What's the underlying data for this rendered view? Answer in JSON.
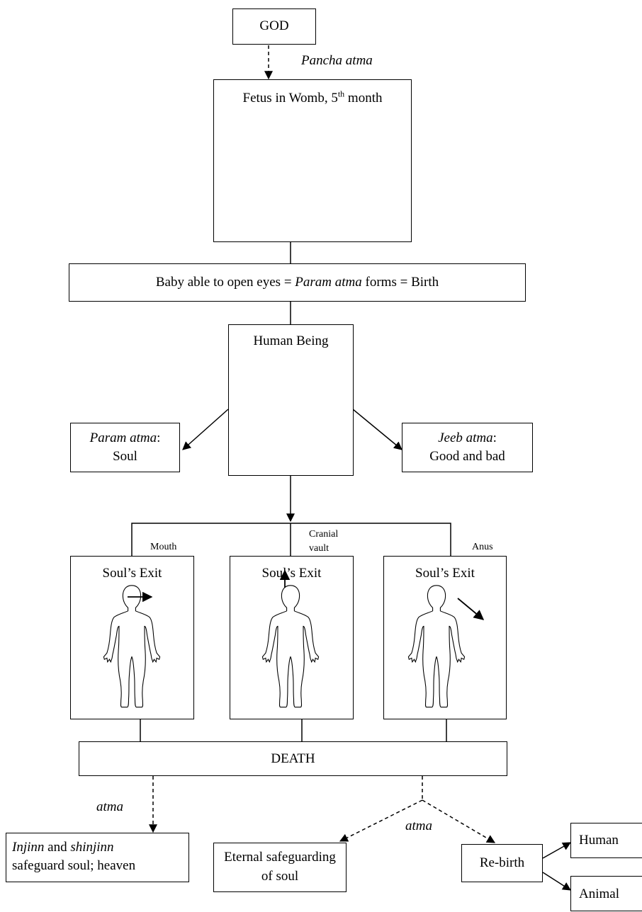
{
  "god": "GOD",
  "pancha_atma": "Pancha atma",
  "fetus": {
    "text": "Fetus in Womb, 5",
    "sup": "th",
    "suffix": " month"
  },
  "birth": {
    "pre": "Baby able to open eyes = ",
    "param": "Param atma",
    "post": " forms = Birth"
  },
  "human_being": "Human Being",
  "param_soul": {
    "italic": "Param atma",
    "colon": ":",
    "line2": "Soul"
  },
  "jeeb": {
    "italic": "Jeeb atma",
    "colon": ":",
    "line2": "Good and bad"
  },
  "exits": {
    "mouth_label": "Mouth",
    "cranial_label_1": "Cranial",
    "cranial_label_2": "vault",
    "anus_label": "Anus",
    "box_title": "Soul’s Exit"
  },
  "death": "DEATH",
  "atma_left": "atma",
  "atma_right": "atma",
  "injinn": {
    "i1": "Injinn",
    "mid": " and ",
    "i2": "shinjinn",
    "line2": "safeguard soul; heaven"
  },
  "eternal": {
    "line1": "Eternal safeguarding",
    "line2": "of soul"
  },
  "rebirth": "Re-birth",
  "human": "Human",
  "animal": "Animal",
  "icons": [
    "human-figure-icon",
    "arrow-icon"
  ]
}
